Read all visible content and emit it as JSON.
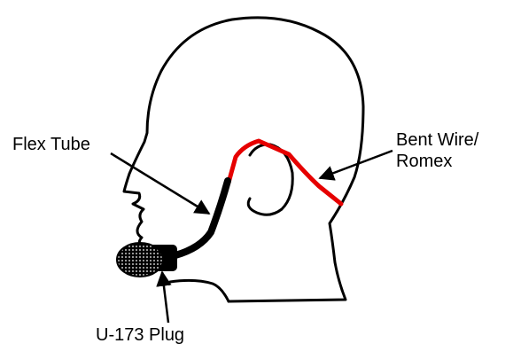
{
  "labels": {
    "flex_tube": "Flex Tube",
    "bent_wire_line1": "Bent Wire/",
    "bent_wire_line2": "Romex",
    "plug": "U-173 Plug"
  },
  "colors": {
    "outline": "#000000",
    "wire": "#e60000",
    "tube": "#000000"
  }
}
